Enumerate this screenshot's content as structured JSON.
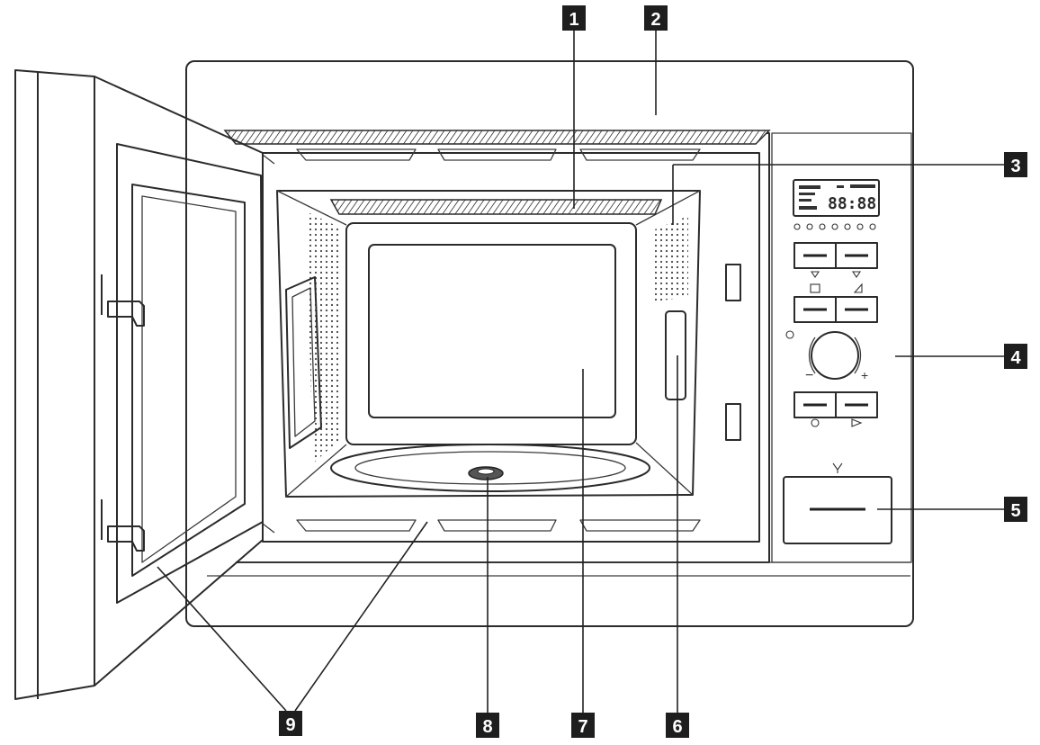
{
  "diagram": {
    "callouts": [
      {
        "id": "1",
        "label": "1"
      },
      {
        "id": "2",
        "label": "2"
      },
      {
        "id": "3",
        "label": "3"
      },
      {
        "id": "4",
        "label": "4"
      },
      {
        "id": "5",
        "label": "5"
      },
      {
        "id": "6",
        "label": "6"
      },
      {
        "id": "7",
        "label": "7"
      },
      {
        "id": "8",
        "label": "8"
      },
      {
        "id": "9",
        "label": "9"
      }
    ],
    "display": {
      "digits": "88:88"
    },
    "knob": {
      "minus": "−",
      "plus": "+"
    }
  }
}
